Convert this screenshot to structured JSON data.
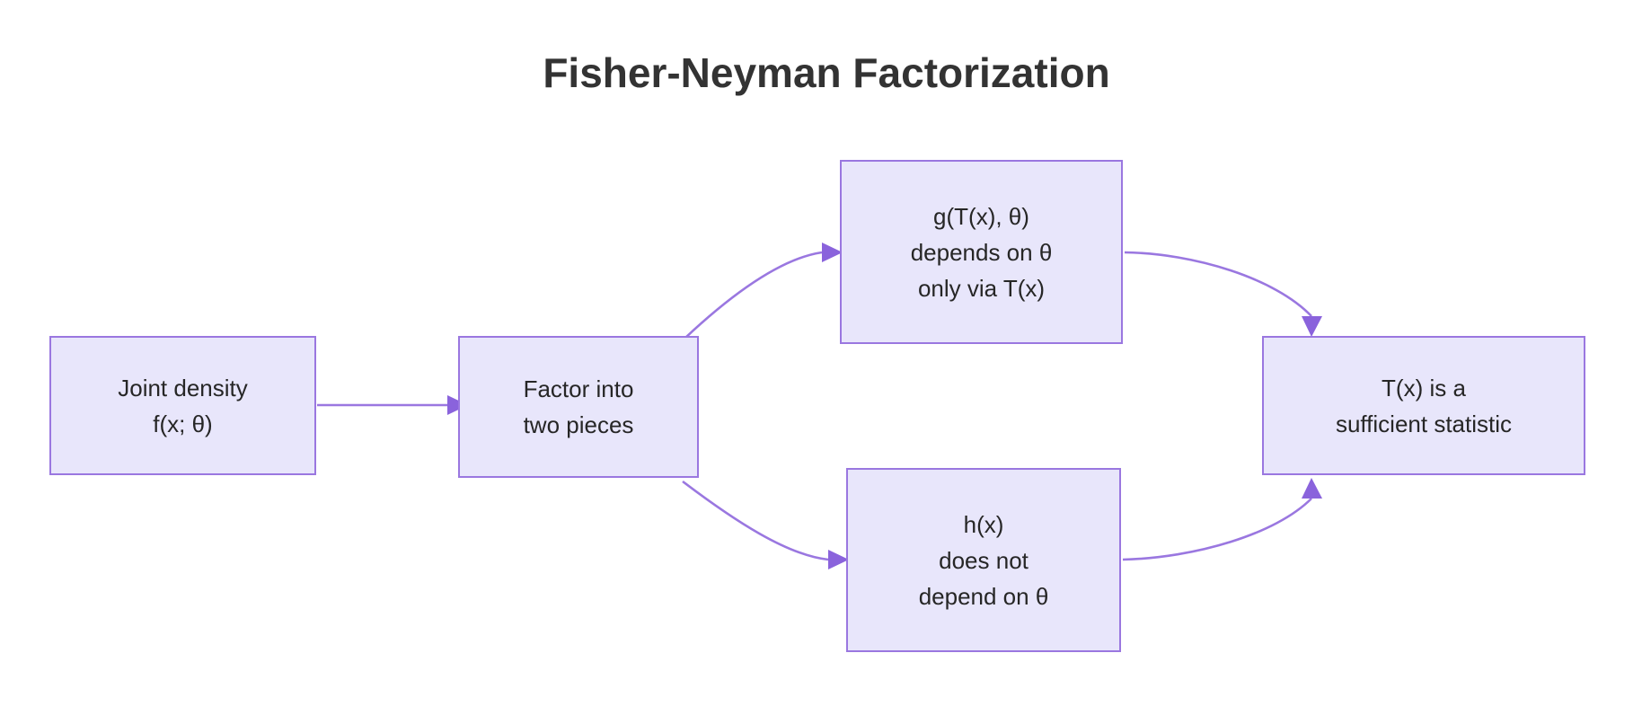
{
  "title": "Fisher-Neyman Factorization",
  "colors": {
    "background": "#ffffff",
    "node_fill": "#E8E6FB",
    "node_border": "#9A77E0",
    "edge": "#9A77E0",
    "arrowhead": "#8A63DC",
    "title_text": "#333333",
    "node_text": "#262626"
  },
  "nodes": [
    {
      "id": "joint-density",
      "lines": [
        "Joint density",
        "f(x; θ)"
      ]
    },
    {
      "id": "factor",
      "lines": [
        "Factor into",
        "two pieces"
      ]
    },
    {
      "id": "g-function",
      "lines": [
        "g(T(x), θ)",
        "depends on θ",
        "only via T(x)"
      ]
    },
    {
      "id": "h-function",
      "lines": [
        "h(x)",
        "does not",
        "depend on θ"
      ]
    },
    {
      "id": "result",
      "lines": [
        "T(x) is a",
        "sufficient statistic"
      ]
    }
  ],
  "edges": [
    {
      "id": "joint-to-factor",
      "from": "joint-density",
      "to": "factor",
      "style": "straight",
      "label": ""
    },
    {
      "id": "factor-to-g",
      "from": "factor",
      "to": "g-function",
      "style": "curved-up",
      "label": ""
    },
    {
      "id": "factor-to-h",
      "from": "factor",
      "to": "h-function",
      "style": "curved-down",
      "label": ""
    },
    {
      "id": "g-to-result",
      "from": "g-function",
      "to": "result",
      "style": "curved-down",
      "label": ""
    },
    {
      "id": "h-to-result",
      "from": "h-function",
      "to": "result",
      "style": "curved-up",
      "label": ""
    }
  ]
}
